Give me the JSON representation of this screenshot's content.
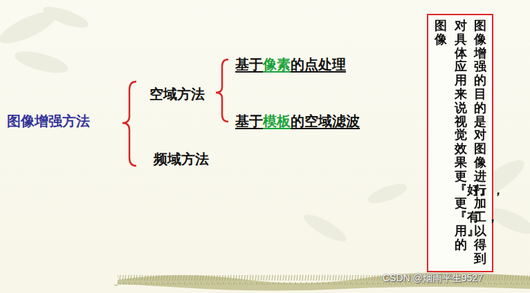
{
  "diagram": {
    "nodes": [
      {
        "text": [
          "图像增强的目的是对图像进行加工，以得到对具体应用来说视觉效果更『好』，更『有用』的图像"
        ]
      }
    ],
    "labels": [
      "图像增强方法",
      "空域方法",
      "基于",
      "像素",
      "的点处理",
      "基于",
      "模板",
      "的空域滤波",
      "频域方法",
      "CSDN @烟雨平生9527"
    ]
  }
}
